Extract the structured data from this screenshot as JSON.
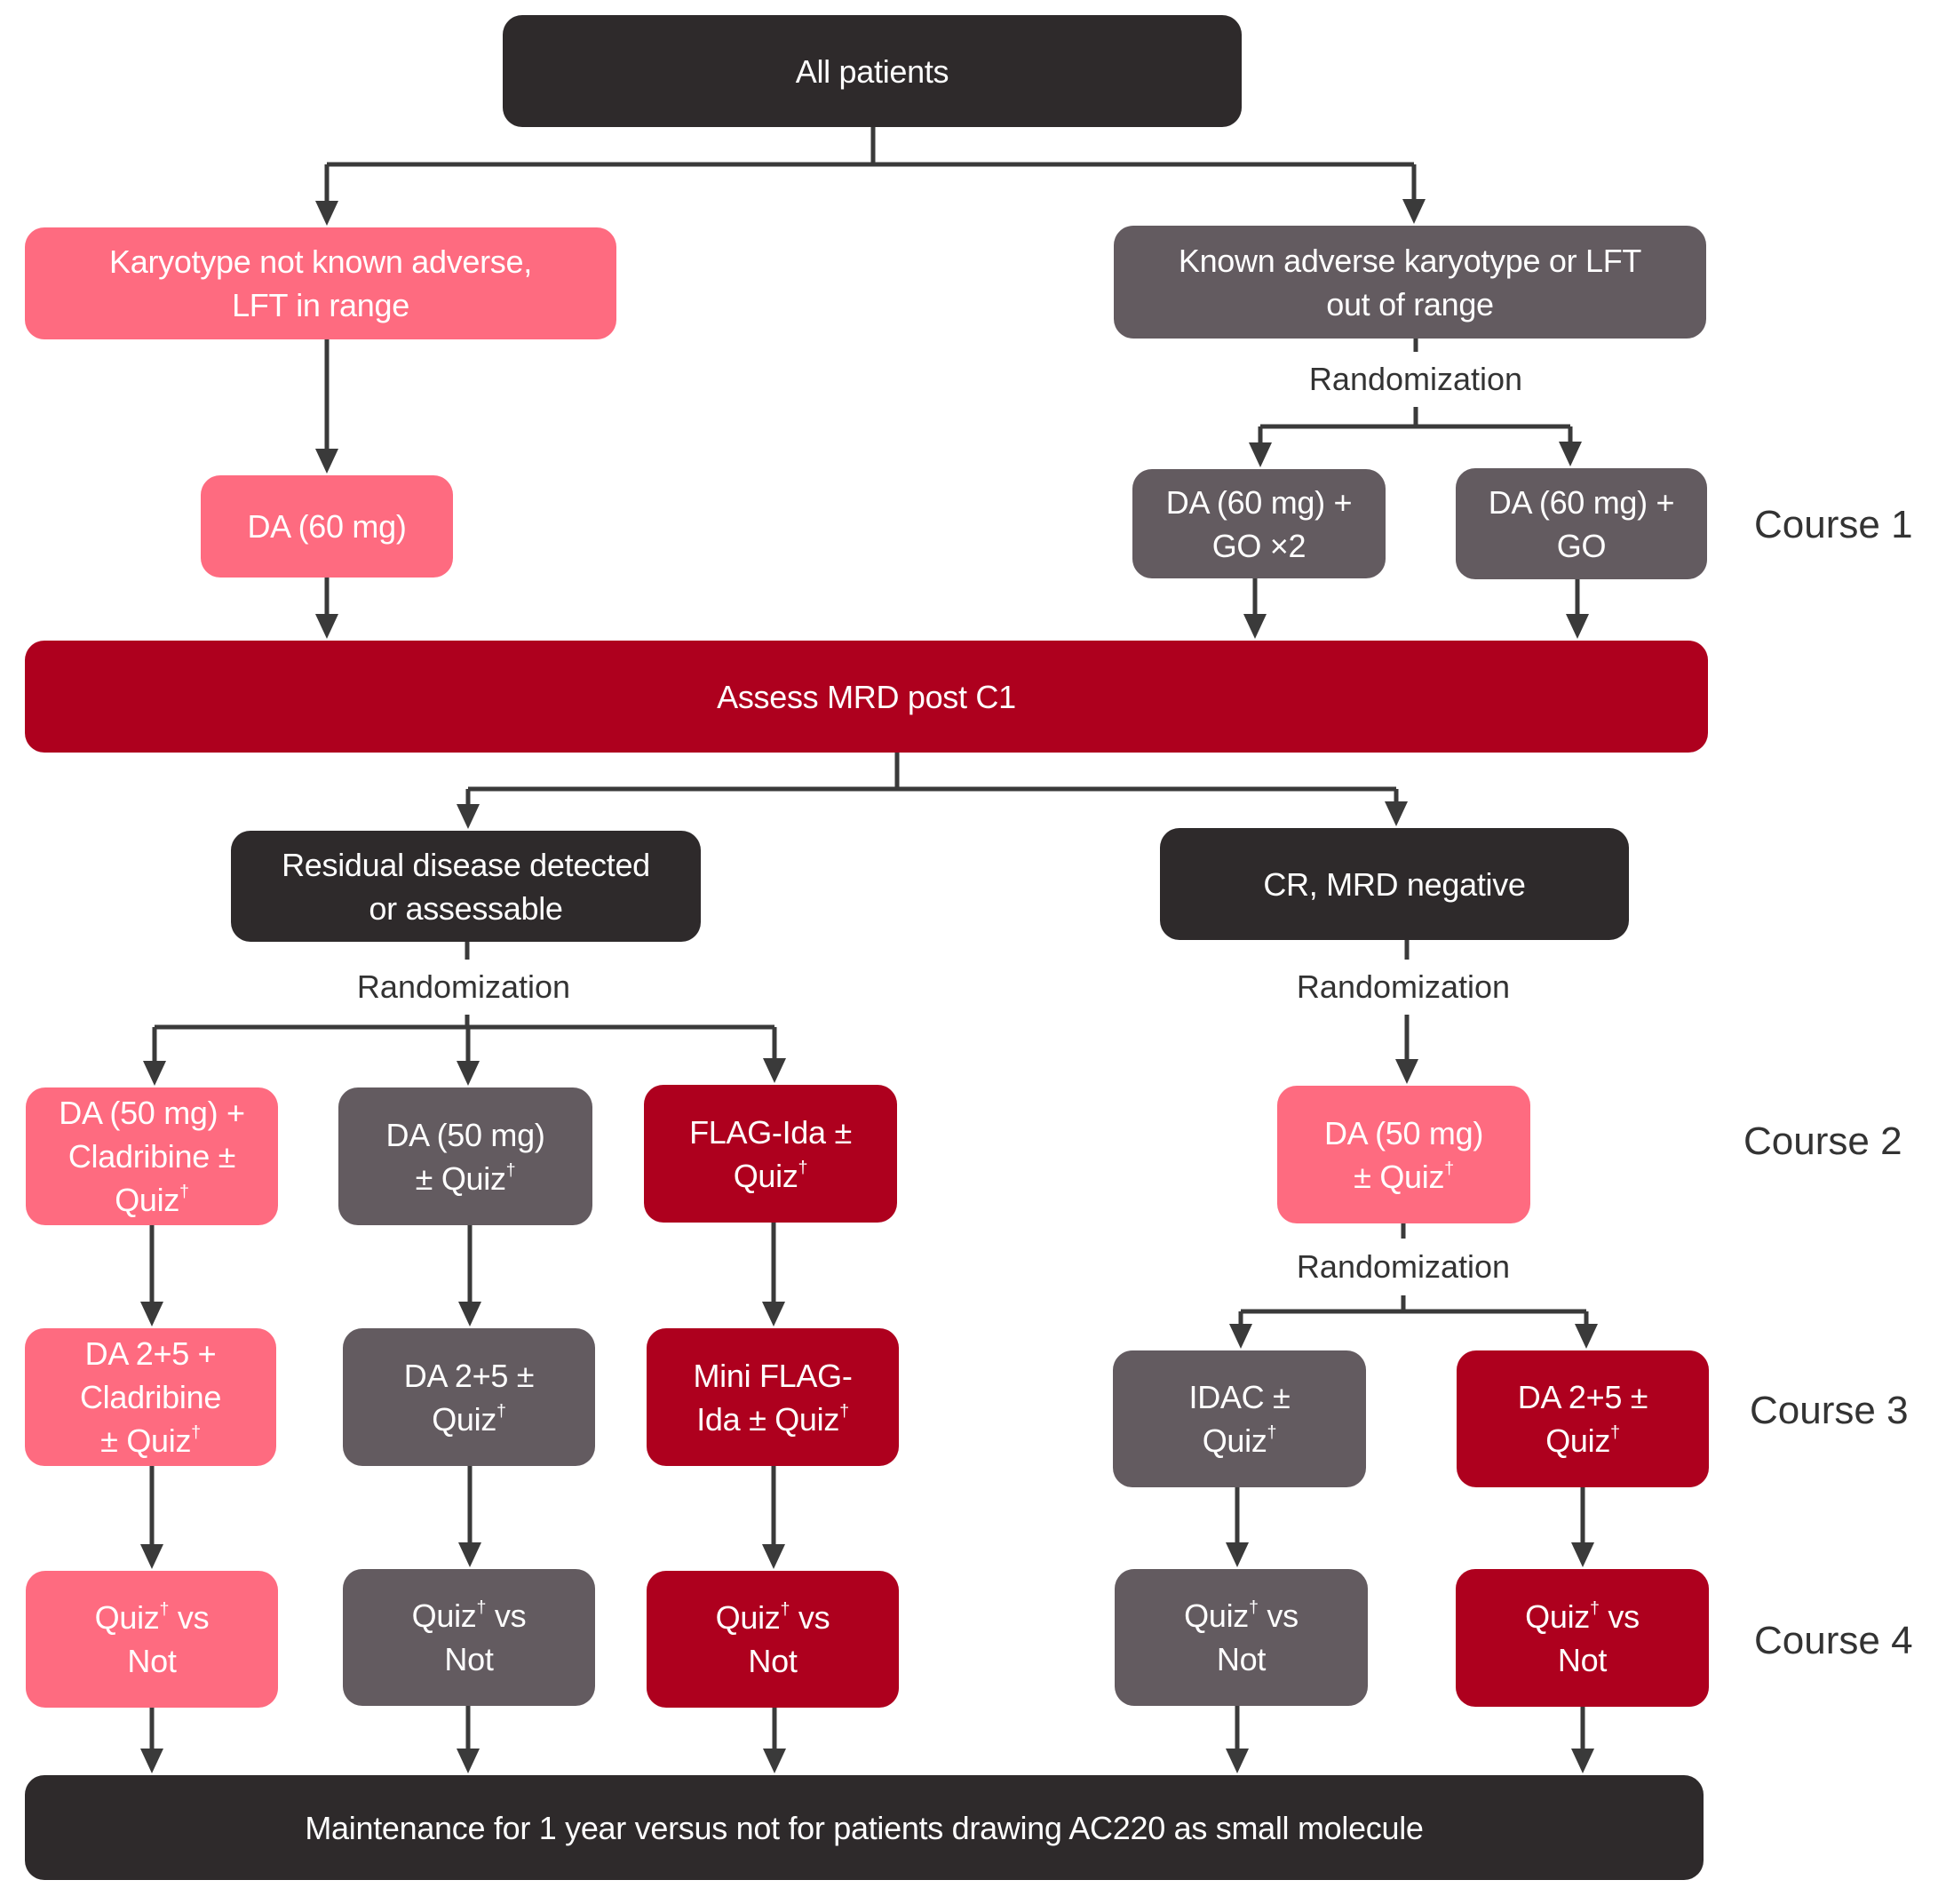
{
  "diagram": {
    "colors": {
      "black": "#2e2a2b",
      "gray": "#635b60",
      "pink": "#fe6b80",
      "red": "#ae001e",
      "connector": "#3a3a3a",
      "label_text": "#333333"
    },
    "nodes": {
      "all_patients": {
        "lines": [
          "All patients"
        ]
      },
      "karyotype_not_adverse": {
        "lines": [
          "Karyotype not known adverse,",
          "LFT in range"
        ]
      },
      "known_adverse": {
        "lines": [
          "Known adverse karyotype or LFT",
          "out of range"
        ]
      },
      "da60": {
        "lines": [
          "DA (60 mg)"
        ]
      },
      "da60_go2": {
        "lines": [
          "DA (60 mg) +",
          "GO ×2"
        ]
      },
      "da60_go": {
        "lines": [
          "DA (60 mg) +",
          "GO"
        ]
      },
      "assess_mrd": {
        "lines": [
          "Assess MRD post C1"
        ]
      },
      "residual_disease": {
        "lines": [
          "Residual disease detected",
          "or assessable"
        ]
      },
      "cr_mrd_negative": {
        "lines": [
          "CR, MRD negative"
        ]
      },
      "c2_da50_cladribine": {
        "lines": [
          "DA (50 mg) +",
          "Cladribine ±",
          "Quiz†"
        ]
      },
      "c2_da50_quiz_left": {
        "lines": [
          "DA (50 mg)",
          "± Quiz†"
        ]
      },
      "c2_flag_ida": {
        "lines": [
          "FLAG-Ida  ±",
          "Quiz†"
        ]
      },
      "c2_da50_quiz_right": {
        "lines": [
          "DA (50 mg)",
          "± Quiz†"
        ]
      },
      "c3_da25_cladribine": {
        "lines": [
          "DA 2+5 +",
          "Cladribine",
          "± Quiz†"
        ]
      },
      "c3_da25_quiz": {
        "lines": [
          "DA 2+5 ±",
          "Quiz†"
        ]
      },
      "c3_mini_flag_ida": {
        "lines": [
          "Mini FLAG-",
          "Ida ± Quiz†"
        ]
      },
      "c3_idac": {
        "lines": [
          "IDAC ±",
          "Quiz†"
        ]
      },
      "c3_da25_quiz_right": {
        "lines": [
          "DA 2+5 ±",
          "Quiz†"
        ]
      },
      "c4_a": {
        "lines": [
          "Quiz† vs",
          "Not"
        ]
      },
      "c4_b": {
        "lines": [
          "Quiz† vs",
          "Not"
        ]
      },
      "c4_c": {
        "lines": [
          "Quiz† vs",
          "Not"
        ]
      },
      "c4_d": {
        "lines": [
          "Quiz† vs",
          "Not"
        ]
      },
      "c4_e": {
        "lines": [
          "Quiz† vs",
          "Not"
        ]
      },
      "maintenance": {
        "lines": [
          "Maintenance for 1 year versus not for patients drawing AC220 as small molecule"
        ]
      }
    },
    "randomization_labels": {
      "course1": "Randomization",
      "course2_left": "Randomization",
      "course2_right": "Randomization",
      "course3_right": "Randomization"
    },
    "course_labels": {
      "course1": "Course 1",
      "course2": "Course 2",
      "course3": "Course 3",
      "course4": "Course 4"
    }
  }
}
